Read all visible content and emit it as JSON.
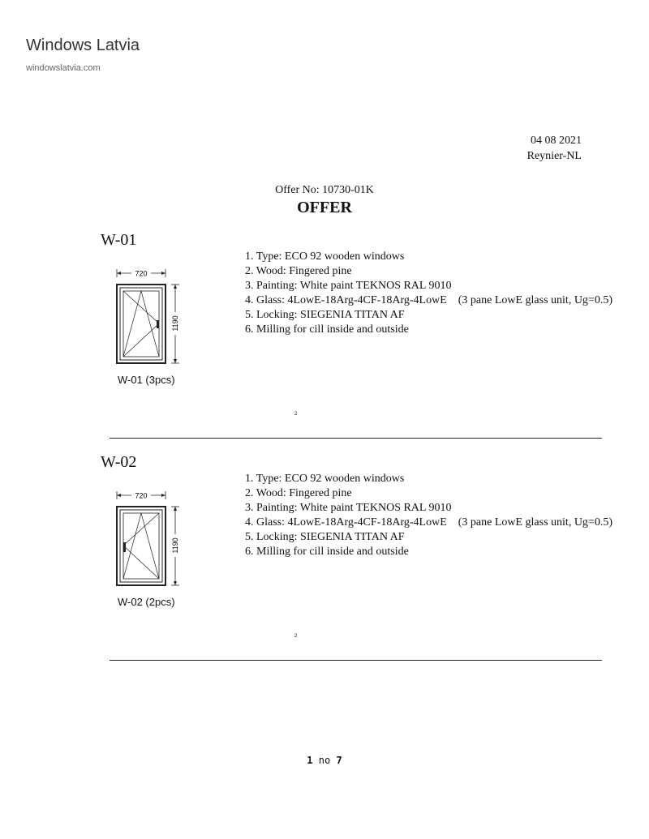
{
  "header": {
    "company": "Windows Latvia",
    "website": "windowslatvia.com"
  },
  "meta": {
    "date": "04 08 2021",
    "client": "Reynier-NL",
    "offer_no": "Offer No: 10730-01K",
    "title": "OFFER"
  },
  "items": [
    {
      "code": "W-01",
      "specs": [
        "1. Type: ECO 92 wooden windows",
        "2. Wood: Fingered pine",
        "3. Painting: White paint TEKNOS RAL 9010",
        "4. Glass: 4LowE-18Arg-4CF-18Arg-4LowE    (3 pane LowE glass unit, Ug=0.5)",
        "5. Locking: SIEGENIA TITAN AF",
        "6. Milling for cill inside and outside"
      ],
      "width_label": "720",
      "height_label": "1190",
      "caption": "W-01 (3pcs)",
      "mark": "2"
    },
    {
      "code": "W-02",
      "specs": [
        "1. Type: ECO 92 wooden windows",
        "2. Wood: Fingered pine",
        "3. Painting: White paint TEKNOS RAL 9010",
        "4. Glass: 4LowE-18Arg-4CF-18Arg-4LowE    (3 pane LowE glass unit, Ug=0.5)",
        "5. Locking: SIEGENIA TITAN AF",
        "6. Milling for cill inside and outside"
      ],
      "width_label": "720",
      "height_label": "1190",
      "caption": "W-02 (2pcs)",
      "mark": "2"
    }
  ],
  "footer": {
    "page": "1",
    "sep": "no",
    "total": "7"
  }
}
